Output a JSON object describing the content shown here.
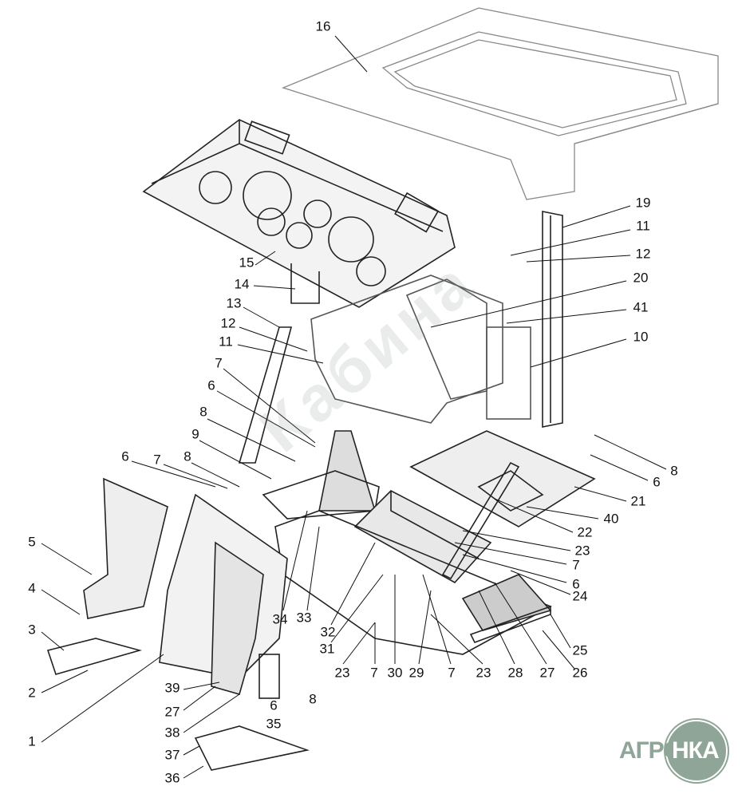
{
  "diagram": {
    "callouts": [
      "16",
      "19",
      "11",
      "12",
      "20",
      "41",
      "10",
      "15",
      "14",
      "13",
      "12",
      "11",
      "7",
      "6",
      "8",
      "9",
      "6",
      "7",
      "8",
      "5",
      "4",
      "3",
      "2",
      "1",
      "39",
      "27",
      "38",
      "37",
      "36",
      "35",
      "6",
      "8",
      "34",
      "33",
      "32",
      "31",
      "23",
      "7",
      "30",
      "29",
      "7",
      "23",
      "28",
      "27",
      "26",
      "25",
      "24",
      "6",
      "7",
      "23",
      "22",
      "40",
      "21",
      "8",
      "6"
    ],
    "watermark": "Кабина",
    "logo_text": "АГРОНКА"
  }
}
